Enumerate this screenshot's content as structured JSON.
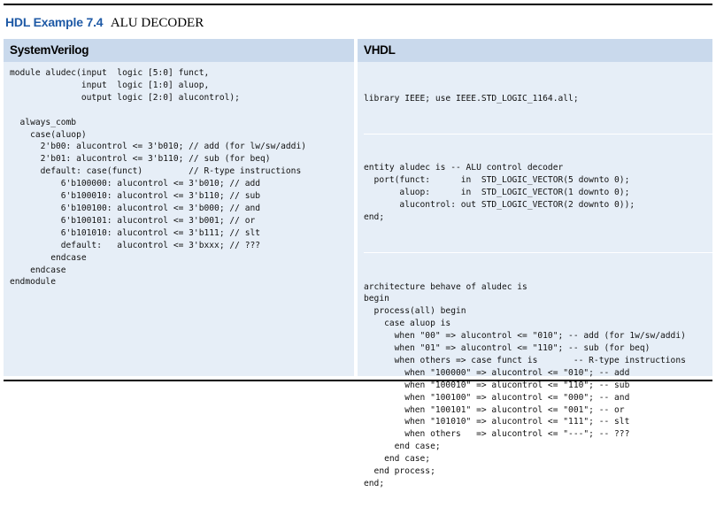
{
  "example": {
    "label": "HDL Example 7.4",
    "name": "ALU DECODER"
  },
  "systemverilog": {
    "header": "SystemVerilog",
    "code": "module aludec(input  logic [5:0] funct,\n              input  logic [1:0] aluop,\n              output logic [2:0] alucontrol);\n\n  always_comb\n    case(aluop)\n      2'b00: alucontrol <= 3'b010; // add (for lw/sw/addi)\n      2'b01: alucontrol <= 3'b110; // sub (for beq)\n      default: case(funct)         // R-type instructions\n          6'b100000: alucontrol <= 3'b010; // add\n          6'b100010: alucontrol <= 3'b110; // sub\n          6'b100100: alucontrol <= 3'b000; // and\n          6'b100101: alucontrol <= 3'b001; // or\n          6'b101010: alucontrol <= 3'b111; // slt\n          default:   alucontrol <= 3'bxxx; // ???\n        endcase\n    endcase\nendmodule"
  },
  "vhdl": {
    "header": "VHDL",
    "library": "library IEEE; use IEEE.STD_LOGIC_1164.all;",
    "entity": "entity aludec is -- ALU control decoder\n  port(funct:      in  STD_LOGIC_VECTOR(5 downto 0);\n       aluop:      in  STD_LOGIC_VECTOR(1 downto 0);\n       alucontrol: out STD_LOGIC_VECTOR(2 downto 0));\nend;",
    "architecture": "architecture behave of aludec is\nbegin\n  process(all) begin\n    case aluop is\n      when \"00\" => alucontrol <= \"010\"; -- add (for 1w/sw/addi)\n      when \"01\" => alucontrol <= \"110\"; -- sub (for beq)\n      when others => case funct is       -- R-type instructions\n        when \"100000\" => alucontrol <= \"010\"; -- add\n        when \"100010\" => alucontrol <= \"110\"; -- sub\n        when \"100100\" => alucontrol <= \"000\"; -- and\n        when \"100101\" => alucontrol <= \"001\"; -- or\n        when \"101010\" => alucontrol <= \"111\"; -- slt\n        when others   => alucontrol <= \"---\"; -- ???\n      end case;\n    end case;\n  end process;\nend;"
  },
  "colors": {
    "example_label": "#1f5aa6",
    "panel_background": "#e6eef7",
    "panel_header": "#c9d9ec"
  }
}
